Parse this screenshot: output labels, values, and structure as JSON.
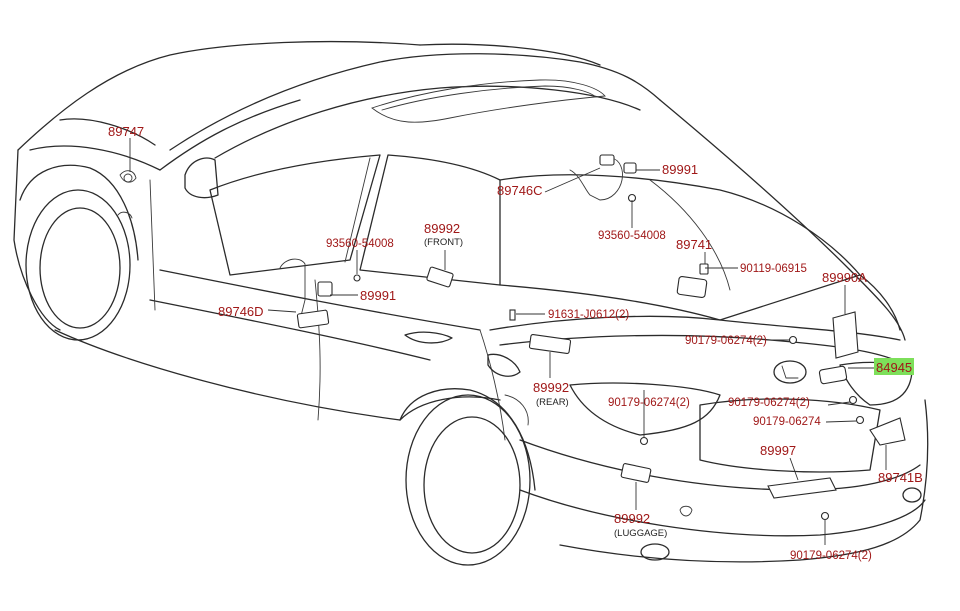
{
  "highlight_color": "#7ddf5a",
  "label_color": "#a01818",
  "parts": {
    "p89747": "89747",
    "p89746C": "89746C",
    "p89991_top": "89991",
    "p93560_top": "93560-54008",
    "p89741": "89741",
    "p90119": "90119-06915",
    "p89990A": "89990A",
    "p89992_front": "89992",
    "p89992_front_sub": "(FRONT)",
    "p93560_left": "93560-54008",
    "p89991_left": "89991",
    "p89746D": "89746D",
    "p91631": "91631-J0612(2)",
    "p90179_a": "90179-06274(2)",
    "p84945": "84945",
    "p89992_rear": "89992",
    "p89992_rear_sub": "(REAR)",
    "p90179_b": "90179-06274(2)",
    "p90179_c": "90179-06274(2)",
    "p90179_d": "90179-06274",
    "p89997": "89997",
    "p89741B": "89741B",
    "p89992_lug": "89992",
    "p89992_lug_sub": "(LUGGAGE)",
    "p90179_e": "90179-06274(2)"
  }
}
